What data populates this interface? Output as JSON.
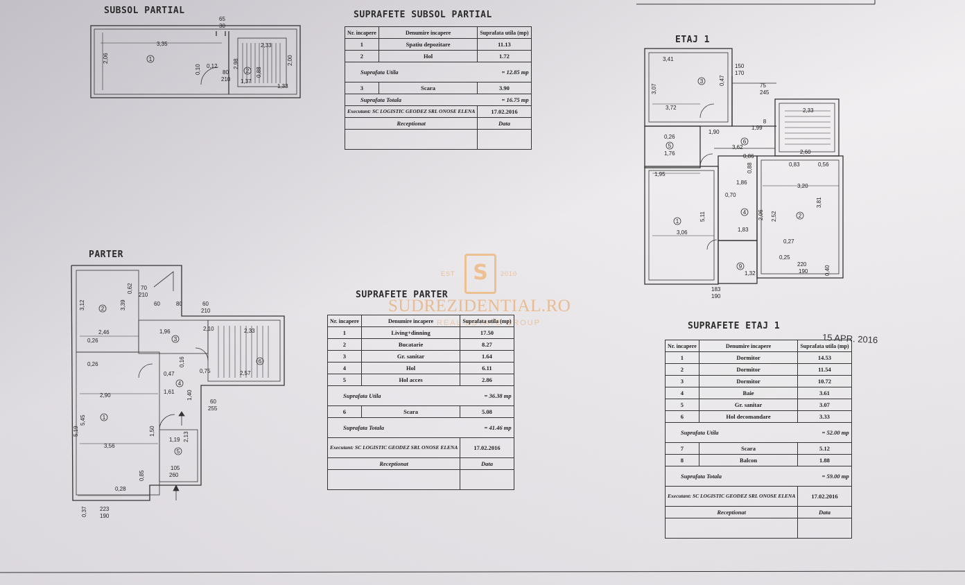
{
  "plans": {
    "subsol_title": "SUBSOL PARTIAL",
    "parter_title": "PARTER",
    "etaj_title": "ETAJ 1"
  },
  "date_stamp": "15 APR. 2016",
  "watermark": {
    "est": "EST",
    "year": "2010",
    "brand": "SUDREZIDENTIAL.RO",
    "subtitle": "REAL ESTATE GROUP",
    "logo_letter": "S",
    "accent_color": "#f0a24a"
  },
  "dims": {
    "subsol": [
      "3,35",
      "65",
      "30",
      "2,06",
      "0,10",
      "0,12",
      "80",
      "210",
      "1,37",
      "2,33",
      "2,00",
      "2,98",
      "1,33",
      "0,88"
    ],
    "etaj": [
      "3,41",
      "150",
      "170",
      "3,07",
      "0,47",
      "75",
      "245",
      "3,72",
      "2,33",
      "1,90",
      "1,99",
      "3,62",
      "2,60",
      "1,76",
      "1,95",
      "0,86",
      "0,83",
      "0,88",
      "1,86",
      "3,20",
      "3,81",
      "2,52",
      "2,06",
      "5,11",
      "1,83",
      "0,70",
      "3,06",
      "0,27",
      "0,25",
      "1,32",
      "220",
      "190",
      "0,40",
      "183",
      "190",
      "0,56",
      "0,26"
    ],
    "parter": [
      "3,12",
      "3,39",
      "0,62",
      "70",
      "210",
      "60",
      "80",
      "60",
      "210",
      "2,46",
      "1,96",
      "0,26",
      "2,10",
      "2,33",
      "0,26",
      "0,47",
      "0,16",
      "0,75",
      "2,57",
      "2,90",
      "1,61",
      "1,40",
      "60",
      "255",
      "5,19",
      "5,45",
      "3,56",
      "1,50",
      "1,19",
      "2,13",
      "0,28",
      "223",
      "190",
      "0,37",
      "0,85",
      "105",
      "260"
    ]
  },
  "table_subsol": {
    "title": "SUPRAFETE SUBSOL PARTIAL",
    "headers": [
      "Nr. incapere",
      "Denumire incapere",
      "Suprafata utila (mp)"
    ],
    "rows": [
      {
        "nr": "1",
        "name": "Spatiu depozitare",
        "area": "11.13"
      },
      {
        "nr": "2",
        "name": "Hol",
        "area": "1.72"
      }
    ],
    "utila_label": "Suprafata Utila",
    "utila_value": "= 12.85 mp",
    "extra_rows": [
      {
        "nr": "3",
        "name": "Scara",
        "area": "3.90"
      }
    ],
    "totala_label": "Suprafata Totala",
    "totala_value": "= 16.75 mp",
    "executant": "Executant: SC LOGISTIC GEODEZ SRL ONOSE ELENA",
    "exec_date": "17.02.2016",
    "receptionat": "Receptionat",
    "data_label": "Data"
  },
  "table_parter": {
    "title": "SUPRAFETE PARTER",
    "headers": [
      "Nr. incapere",
      "Denumire incapere",
      "Suprafata utila (mp)"
    ],
    "rows": [
      {
        "nr": "1",
        "name": "Living+dinning",
        "area": "17.50"
      },
      {
        "nr": "2",
        "name": "Bucatarie",
        "area": "8.27"
      },
      {
        "nr": "3",
        "name": "Gr. sanitar",
        "area": "1.64"
      },
      {
        "nr": "4",
        "name": "Hol",
        "area": "6.11"
      },
      {
        "nr": "5",
        "name": "Hol acces",
        "area": "2.86"
      }
    ],
    "utila_label": "Suprafata Utila",
    "utila_value": "= 36.38 mp",
    "extra_rows": [
      {
        "nr": "6",
        "name": "Scara",
        "area": "5.08"
      }
    ],
    "totala_label": "Suprafata Totala",
    "totala_value": "= 41.46 mp",
    "executant": "Executant: SC LOGISTIC GEODEZ SRL ONOSE ELENA",
    "exec_date": "17.02.2016",
    "receptionat": "Receptionat",
    "data_label": "Data"
  },
  "table_etaj": {
    "title": "SUPRAFETE ETAJ 1",
    "headers": [
      "Nr. incapere",
      "Denumire incapere",
      "Suprafata utila (mp)"
    ],
    "rows": [
      {
        "nr": "1",
        "name": "Dormitor",
        "area": "14.53"
      },
      {
        "nr": "2",
        "name": "Dormitor",
        "area": "11.54"
      },
      {
        "nr": "3",
        "name": "Dormitor",
        "area": "10.72"
      },
      {
        "nr": "4",
        "name": "Baie",
        "area": "3.61"
      },
      {
        "nr": "5",
        "name": "Gr. sanitar",
        "area": "3.07"
      },
      {
        "nr": "6",
        "name": "Hol decomandare",
        "area": "3.33"
      }
    ],
    "utila_label": "Suprafata Utila",
    "utila_value": "= 52.00 mp",
    "extra_rows": [
      {
        "nr": "7",
        "name": "Scara",
        "area": "5.12"
      },
      {
        "nr": "8",
        "name": "Balcon",
        "area": "1.88"
      }
    ],
    "totala_label": "Suprafata Totala",
    "totala_value": "= 59.00 mp",
    "executant": "Executant: SC LOGISTIC GEODEZ SRL ONOSE ELENA",
    "exec_date": "17.02.2016",
    "receptionat": "Receptionat",
    "data_label": "Data"
  },
  "room_numbers": {
    "subsol": [
      "1",
      "2"
    ],
    "etaj": [
      "3",
      "5",
      "6",
      "8",
      "1",
      "4",
      "2",
      "9"
    ],
    "parter": [
      "2",
      "3",
      "1",
      "4",
      "5",
      "6"
    ]
  }
}
